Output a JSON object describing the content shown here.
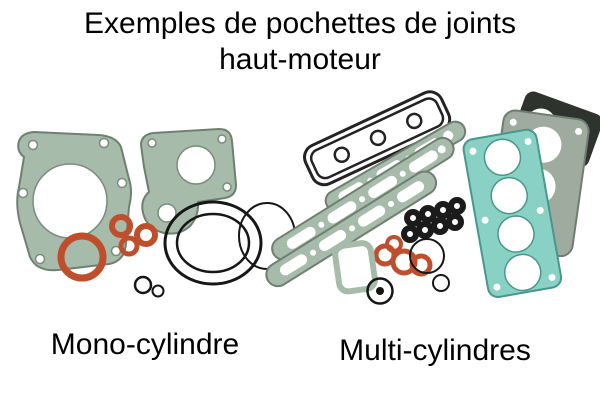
{
  "title": {
    "line1": "Exemples de pochettes de joints",
    "line2": "haut-moteur"
  },
  "captions": {
    "mono": "Mono-cylindre",
    "multi": "Multi-cylindres"
  },
  "images": {
    "left": "mono-cylinder-gasket-set-photo",
    "right": "multi-cylinder-gasket-set-photo"
  },
  "colors": {
    "background": "#ffffff",
    "text": "#000000",
    "gasket_green": "#a6bba9",
    "gasket_edge": "#6e8071",
    "gasket_teal": "#8ad1c5",
    "teal_edge": "#47988b",
    "oring_orange": "#bf4f2c"
  }
}
